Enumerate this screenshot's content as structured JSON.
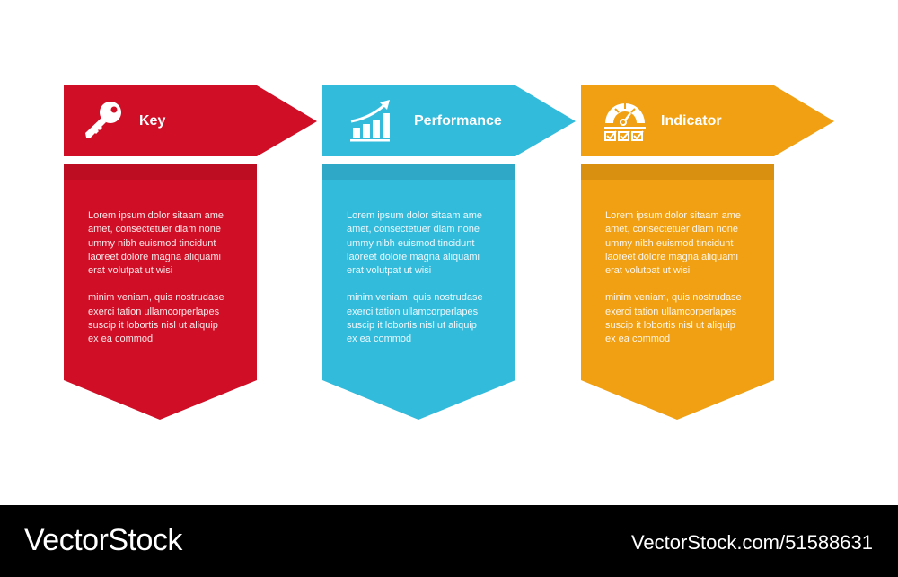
{
  "steps": [
    {
      "title": "Key",
      "icon": "key-icon",
      "color": "#d00e26",
      "strip_color": "#bd0d22",
      "paragraph1": "Lorem ipsum dolor sitaam ame\namet, consectetuer diam none\nummy  nibh euismod tincidunt\nlaoreet dolore magna aliquami\nerat volutpat ut wisi",
      "paragraph2": "minim veniam, quis nostrudase\nexerci tation ullamcorperlapes\nsuscip it lobortis nisl ut aliquip\nex ea commod"
    },
    {
      "title": "Performance",
      "icon": "growth-chart-icon",
      "color": "#33bbdc",
      "strip_color": "#2ea8c6",
      "paragraph1": "Lorem ipsum dolor sitaam ame\namet, consectetuer diam none\nummy  nibh euismod tincidunt\nlaoreet dolore magna aliquami\nerat volutpat ut wisi",
      "paragraph2": "minim veniam, quis nostrudase\nexerci tation ullamcorperlapes\nsuscip it lobortis nisl ut aliquip\nex ea commod"
    },
    {
      "title": "Indicator",
      "icon": "gauge-checklist-icon",
      "color": "#f0a012",
      "strip_color": "#d98f10",
      "paragraph1": "Lorem ipsum dolor sitaam ame\namet, consectetuer diam none\nummy  nibh euismod tincidunt\nlaoreet dolore magna aliquami\nerat volutpat ut wisi",
      "paragraph2": "minim veniam, quis nostrudase\nexerci tation ullamcorperlapes\nsuscip it lobortis nisl ut aliquip\nex ea commod"
    }
  ],
  "footer": {
    "brand": "VectorStock",
    "reference": "VectorStock.com/51588631"
  }
}
